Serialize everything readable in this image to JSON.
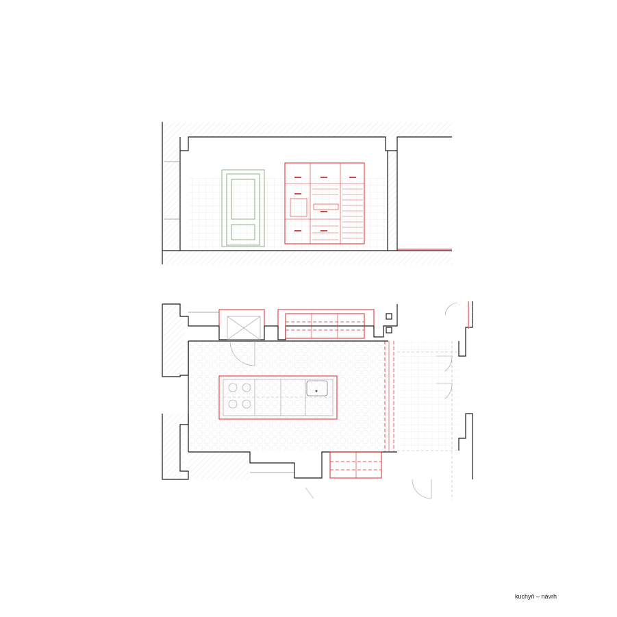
{
  "caption": "kuchyň – návrh",
  "colors": {
    "proposal": "#e2262b",
    "existing_door": "#7a9a6c",
    "walls": "#1a1a1a",
    "tiling": "#d8d8d8",
    "background": "#ffffff"
  },
  "drawings": [
    "elevation",
    "floor-plan"
  ]
}
